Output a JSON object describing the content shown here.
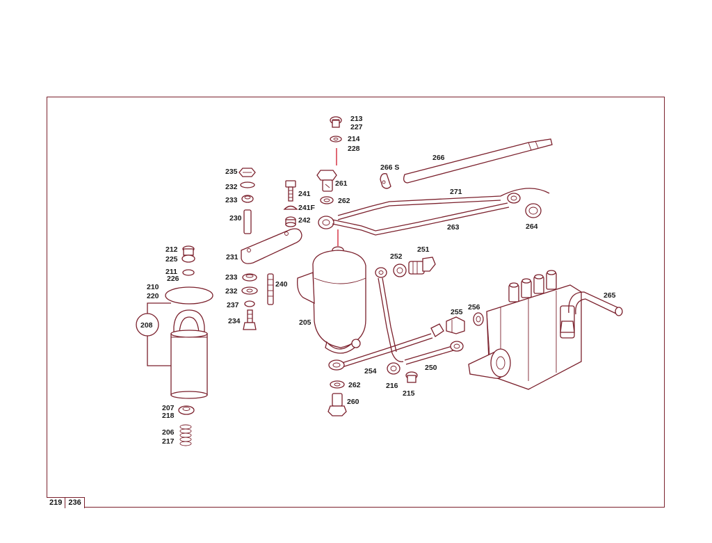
{
  "page_refs": [
    "219",
    "236"
  ],
  "labels": {
    "l213": "213",
    "l227": "227",
    "l214": "214",
    "l228": "228",
    "l266": "266",
    "l266s": "266 S",
    "l235": "235",
    "l232a": "232",
    "l233a": "233",
    "l230": "230",
    "l241": "241",
    "l241f": "241F",
    "l242": "242",
    "l261": "261",
    "l262a": "262",
    "l271": "271",
    "l263": "263",
    "l264": "264",
    "l231": "231",
    "l212": "212",
    "l225": "225",
    "l211": "211",
    "l226": "226",
    "l210": "210",
    "l220": "220",
    "l208": "208",
    "l233b": "233",
    "l232b": "232",
    "l237": "237",
    "l234": "234",
    "l240": "240",
    "l252": "252",
    "l251": "251",
    "l205": "205",
    "l255": "255",
    "l256": "256",
    "l265": "265",
    "l254": "254",
    "l250": "250",
    "l216": "216",
    "l215": "215",
    "l262b": "262",
    "l260": "260",
    "l207": "207",
    "l218": "218",
    "l206": "206",
    "l217": "217"
  }
}
